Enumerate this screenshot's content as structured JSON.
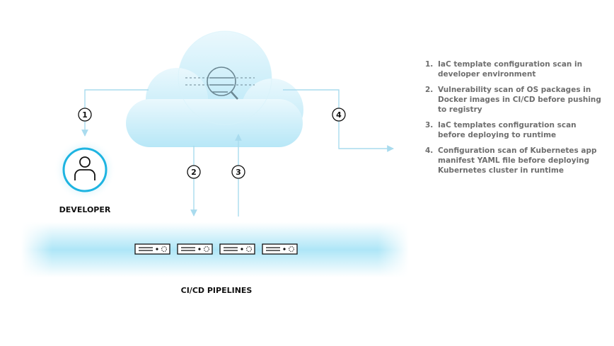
{
  "diagram": {
    "developer_label": "DEVELOPER",
    "pipelines_label": "CI/CD PIPELINES",
    "steps": [
      "1",
      "2",
      "3",
      "4"
    ]
  },
  "notes": [
    {
      "num": "1.",
      "text": "IaC template configuration scan in developer environment"
    },
    {
      "num": "2.",
      "text": "Vulnerability scan of OS packages in Docker images in CI/CD before pushing to registry"
    },
    {
      "num": "3.",
      "text": "IaC templates configuration scan before deploying to runtime"
    },
    {
      "num": "4.",
      "text": "Configuration scan of Kubernetes app manifest YAML file before deploying Kubernetes cluster in runtime"
    }
  ],
  "colors": {
    "line": "#a9dbee",
    "cloud": "#c3ecf8",
    "developer_ring": "#1eb4e1",
    "text": "#111111",
    "note_text": "#6e6e6e"
  },
  "icons": [
    "magnifier-icon",
    "person-icon",
    "server-icon"
  ]
}
